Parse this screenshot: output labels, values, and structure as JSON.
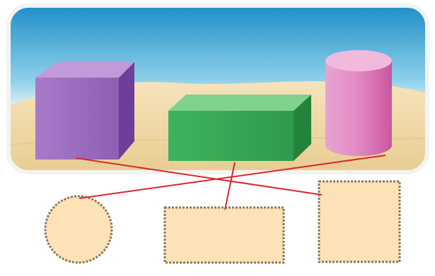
{
  "scene": {
    "colors": {
      "sky_top": "#1f8fc8",
      "sky_mid": "#8fd0ea",
      "sky_horizon": "#e6f3f2",
      "sand_light": "#f4dfb2",
      "sand_dark": "#e6c98c",
      "panel_border": "#f2f4f4"
    }
  },
  "solids": [
    {
      "kind": "cube",
      "color": "#9a6bbd",
      "icon": "cube-icon"
    },
    {
      "kind": "rectangular-prism",
      "color": "#3aa856",
      "icon": "rectangular-prism-icon"
    },
    {
      "kind": "cylinder",
      "color": "#d873b8",
      "icon": "cylinder-icon"
    }
  ],
  "faces": [
    {
      "kind": "circle",
      "fill": "#fde2b8",
      "border": "#8a7a5a",
      "icon": "circle-face-icon"
    },
    {
      "kind": "rectangle",
      "fill": "#fde2b8",
      "border": "#8a7a5a",
      "icon": "rectangle-face-icon"
    },
    {
      "kind": "square",
      "fill": "#fde2b8",
      "border": "#8a7a5a",
      "icon": "square-face-icon"
    }
  ],
  "matches": [
    {
      "solid": "cube",
      "face": "square"
    },
    {
      "solid": "rectangular-prism",
      "face": "rectangle"
    },
    {
      "solid": "cylinder",
      "face": "circle"
    }
  ],
  "line_color": "#d9262e"
}
